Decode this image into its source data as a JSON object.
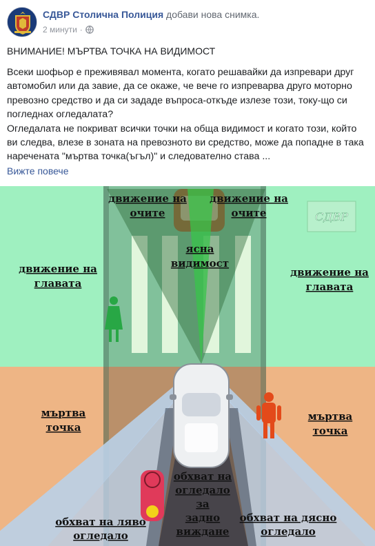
{
  "post": {
    "author": "СДВР Столична Полиция",
    "action": "добави нова снимка.",
    "time": "2 минути",
    "separator": "·",
    "heading": "ВНИМАНИЕ! МЪРТВА ТОЧКА НА ВИДИМОСТ",
    "paragraph1": "Всеки шофьор е преживявал момента, когато решавайки да изпревари друг автомобил или да завие, да се окаже, че вече го изпреварва друго моторно превозно средство и да си зададе въпроса-откъде излезе този, току-що си погледнах огледалата?",
    "paragraph2": "Огледалата не покриват всички точки на обща видимост и когато този, който ви следва, влезе в зоната на превозното ви средство, може да попадне в така наречената \"мъртва точка(ъгъл)\" и следователно става ...",
    "see_more": "Вижте повече"
  },
  "image": {
    "watermark": "СДВР",
    "labels": {
      "eye_left_1": "движение на",
      "eye_left_2": "очите",
      "eye_right_1": "движение на",
      "eye_right_2": "очите",
      "clear_1": "ясна",
      "clear_2": "видимост",
      "head_left_1": "движение на",
      "head_left_2": "главата",
      "head_right_1": "движение на",
      "head_right_2": "главата",
      "blind_left_1": "мъртва",
      "blind_left_2": "точка",
      "blind_right_1": "мъртва",
      "blind_right_2": "точка",
      "rear_1": "обхват на",
      "rear_2": "огледало",
      "rear_3": "за",
      "rear_4": "задно",
      "rear_5": "виждане",
      "lmirror_1": "обхват на ляво",
      "lmirror_2": "огледало",
      "rmirror_1": "обхват на дясно",
      "rmirror_2": "огледало"
    }
  },
  "icons": {
    "avatar": "police-crest-icon",
    "privacy": "globe-icon"
  },
  "colors": {
    "link": "#385898",
    "green_zone": "#9ff0c0",
    "orange_zone": "#eeb585",
    "mirror_zone": "#b9d0e8"
  }
}
